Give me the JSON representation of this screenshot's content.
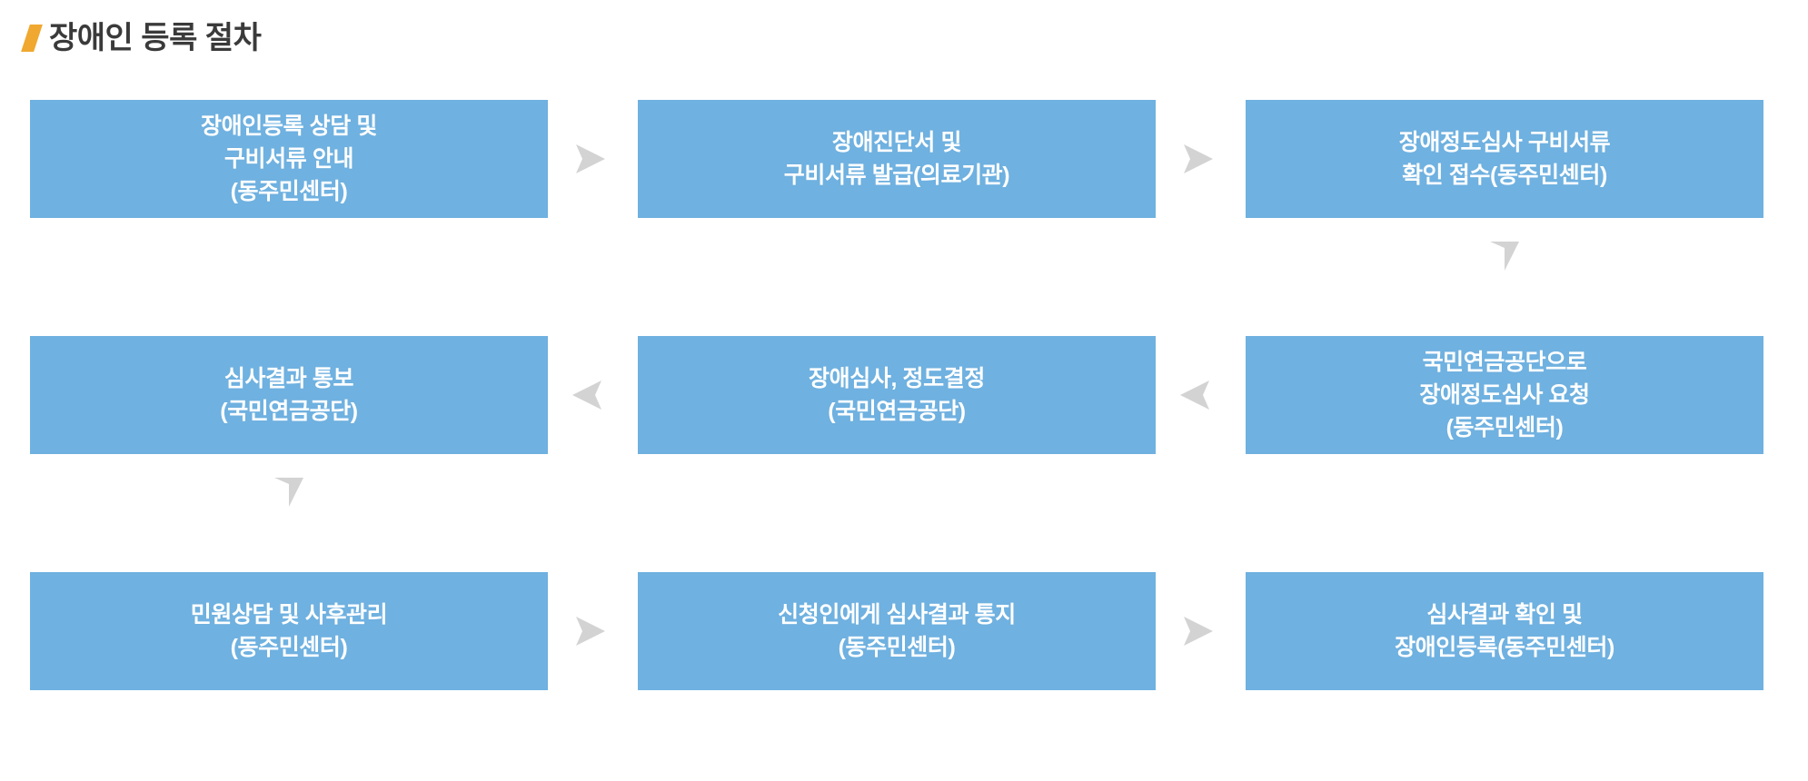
{
  "header": {
    "title": "장애인 등록 절차",
    "marker_color": "#f0a830",
    "title_color": "#3a3a3a"
  },
  "theme": {
    "node_fill": "#6fb1e0",
    "node_text_color": "#ffffff",
    "arrow_color": "#d3d3d3",
    "background": "#ffffff"
  },
  "flow": {
    "type": "process-flowchart",
    "rows": [
      {
        "direction": "left-to-right",
        "nodes": [
          {
            "id": "step-1",
            "text": "장애인등록 상담 및\n구비서류 안내\n(동주민센터)"
          },
          {
            "id": "step-2",
            "text": "장애진단서 및\n구비서류 발급(의료기관)"
          },
          {
            "id": "step-3",
            "text": "장애정도심사 구비서류\n확인 접수(동주민센터)"
          }
        ],
        "connectors": [
          {
            "id": "arrow-1-2",
            "icon": "arrow-right-icon"
          },
          {
            "id": "arrow-2-3",
            "icon": "arrow-right-icon"
          }
        ]
      },
      {
        "direction": "right-to-left",
        "nodes": [
          {
            "id": "step-6",
            "text": "심사결과 통보\n(국민연금공단)"
          },
          {
            "id": "step-5",
            "text": "장애심사, 정도결정\n(국민연금공단)"
          },
          {
            "id": "step-4",
            "text": "국민연금공단으로\n장애정도심사 요청\n(동주민센터)"
          }
        ],
        "connectors": [
          {
            "id": "arrow-5-6",
            "icon": "arrow-left-icon"
          },
          {
            "id": "arrow-4-5",
            "icon": "arrow-left-icon"
          }
        ]
      },
      {
        "direction": "left-to-right",
        "nodes": [
          {
            "id": "step-9",
            "text": "민원상담 및 사후관리\n(동주민센터)"
          },
          {
            "id": "step-8",
            "text": "신청인에게 심사결과 통지\n(동주민센터)"
          },
          {
            "id": "step-7",
            "text": "심사결과 확인 및\n장애인등록(동주민센터)"
          }
        ],
        "connectors": [
          {
            "id": "arrow-9-8",
            "icon": "arrow-right-icon"
          },
          {
            "id": "arrow-8-7",
            "icon": "arrow-right-icon"
          }
        ]
      }
    ],
    "row_connectors": [
      {
        "id": "arrow-3-4",
        "icon": "arrow-down-icon",
        "column": "right"
      },
      {
        "id": "arrow-6-7",
        "icon": "arrow-down-icon",
        "column": "left"
      }
    ]
  }
}
